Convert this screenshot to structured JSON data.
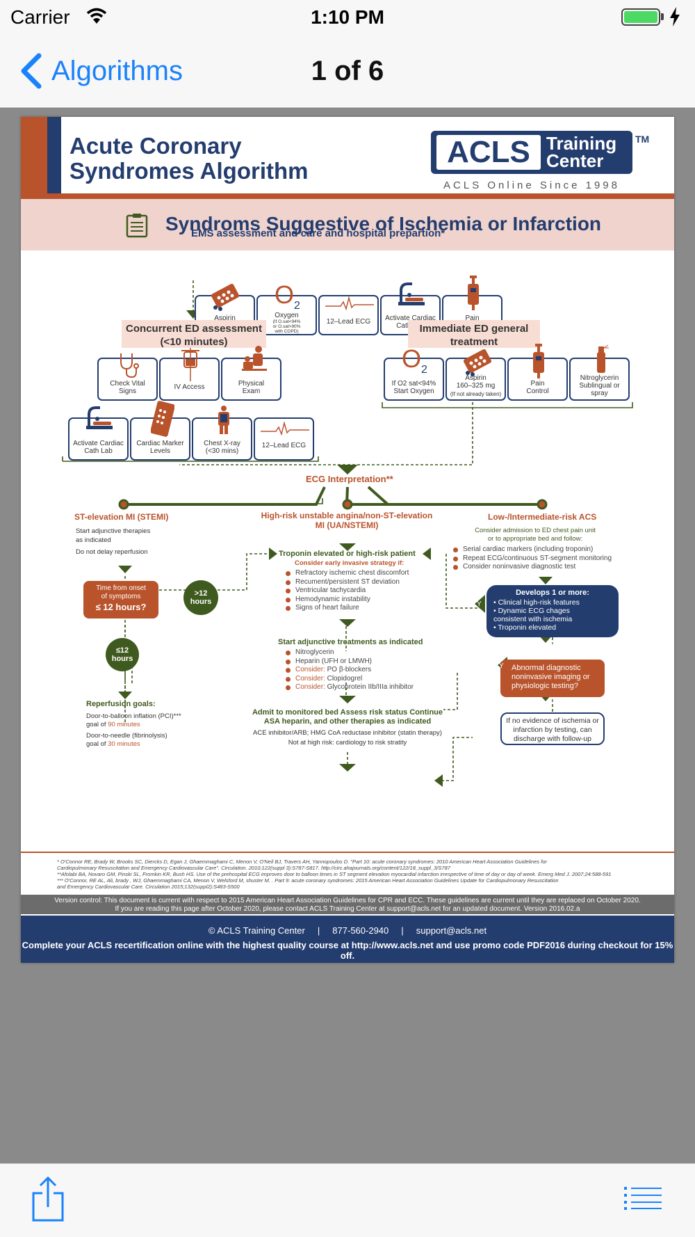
{
  "status": {
    "carrier": "Carrier",
    "time": "1:10 PM",
    "battery_level": 1.0
  },
  "nav": {
    "back_label": "Algorithms",
    "title": "1 of 6"
  },
  "doc": {
    "title_line1": "Acute Coronary",
    "title_line2": "Syndromes Algorithm",
    "logo_acls": "ACLS",
    "logo_training": "Training",
    "logo_center": "Center",
    "logo_tm": "TM",
    "tagline": "ACLS Online Since 1998",
    "banner": "Syndroms Suggestive of Ischemia or Infarction",
    "ems_heading": "EMS assessment and care and hospital prepartion*",
    "ems_boxes": [
      {
        "label": "Aspirin\n160–325 mg",
        "icon": "pill-pack-icon"
      },
      {
        "label": "Oxygen",
        "sub": "(If O.sat<94%\nor O.sat>90%\nwith COPD)",
        "icon": "oxygen-icon"
      },
      {
        "label": "12–Lead ECG",
        "icon": "ecg-icon"
      },
      {
        "label": "Activate Cardiac\nCath Lab",
        "icon": "cath-lab-icon"
      },
      {
        "label": "Pain\nControl",
        "icon": "syringe-icon"
      }
    ],
    "concurrent_heading": "Concurrent ED assessment\n(<10 minutes)",
    "concurrent_row1": [
      {
        "label": "Check Vital\nSigns",
        "icon": "stethoscope-icon"
      },
      {
        "label": "IV Access",
        "icon": "iv-bag-icon"
      },
      {
        "label": "Physical\nExam",
        "icon": "physical-exam-icon"
      }
    ],
    "concurrent_row2": [
      {
        "label": "Activate Cardiac\nCath Lab",
        "icon": "cath-lab-icon"
      },
      {
        "label": "Cardiac Marker\nLevels",
        "icon": "lab-test-icon"
      },
      {
        "label": "Chest X-ray\n(<30 mins)",
        "icon": "xray-icon"
      },
      {
        "label": "12–Lead ECG",
        "icon": "ecg-icon"
      }
    ],
    "immediate_heading": "Immediate ED general\ntreatment",
    "immediate_boxes": [
      {
        "label": "If O2 sat<94%\nStart Oxygen",
        "icon": "oxygen-icon"
      },
      {
        "label": "Aspirin\n160–325 mg",
        "sub": "(If not already taken)",
        "icon": "pill-pack-icon"
      },
      {
        "label": "Pain\nControl",
        "icon": "syringe-icon"
      },
      {
        "label": "Nitroglycerin\nSublingual or\nspray",
        "icon": "spray-icon"
      }
    ],
    "ecg_interpretation": "ECG Interpretation**",
    "stemi": {
      "heading": "ST-elevation MI (STEMI)",
      "text1": "Start adjunctive therapies",
      "text2": "as indicated",
      "text3": "Do not delay reperfusion",
      "time_box": "Time from onset\nof symptoms",
      "time_box_big": "≤ 12 hours?",
      "gt12": ">12\nhours",
      "le12": "≤12\nhours",
      "goals_heading": "Reperfusion goals:",
      "goal1": "Door-to-balloon inflation (PCI)***",
      "goal1b_prefix": "goal of ",
      "goal1b_value": "90 minutes",
      "goal2": "Door-to-needle (fibrinolysis)",
      "goal2b_prefix": "goal of ",
      "goal2b_value": "30 minutes"
    },
    "nstemi": {
      "heading": "High-risk unstable angina/non-ST-elevation\nMI (UA/NSTEMI)",
      "troponin": "Troponin elevated or high-risk patient",
      "consider_invasive": "Consider early invasive strategy if:",
      "criteria": [
        "Refractory ischemic chest discomfort",
        "Recument/persistent ST deviation",
        "Ventricular tachycardia",
        "Hemodynamic instability",
        "Signs of heart failure"
      ],
      "adjunctive": "Start adjunctive treatments as indicated",
      "treatments": [
        {
          "prefix": "",
          "text": "Nitroglycerin"
        },
        {
          "prefix": "",
          "text": "Heparin (UFH or LMWH)"
        },
        {
          "prefix": "Consider:",
          "text": "PO β-blockers"
        },
        {
          "prefix": "Consider:",
          "text": "Clopidogrel"
        },
        {
          "prefix": "Consider:",
          "text": "Glycoprotein IIb/IIIa inhibitor"
        }
      ],
      "admit": "Admit to monitored bed Assess risk status Continue\nASA heparin, and other therapies as indicated",
      "ace": "ACE inhibitor/ARB; HMG CoA reductase inhibitor (statin therapy)",
      "not_high": "Not at high risk: cardiology to risk stratity"
    },
    "low_risk": {
      "heading": "Low-/Intermediate-risk ACS",
      "consider": "Consider admission to ED chest pain unit\nor to appropriate bed and follow:",
      "items": [
        "Serial cardiac markers (including troponin)",
        "Repeat ECG/continuous ST-segment monitoring",
        "Consider noninvasive diagnostic test"
      ],
      "develops_heading": "Develops 1 or more:",
      "develops_items": [
        "Clinical high-risk features",
        "Dynamic ECG chages\nconsistent with ischemia",
        "Troponin elevated"
      ],
      "yes": "Y",
      "no": "N",
      "abnormal": "Abnormal diagnostic\nnoninvasive imaging or\nphysiologic testing?",
      "no_evidence": "If no evidence of ischemia or\ninfarction by testing, can\ndischarge with follow-up"
    },
    "references": "* O'Connor RE, Brady W, Brooks SC, Diercks D, Egan J, Ghaemmaghami C, Menon V, O'Neil BJ, Travers AH, Yannopoulos D.  \"Part 10: acute coronary syndromes: 2010 American Heart Association Guidelines for\n  Cardiopulmonary Resuscitation and Emergency Cardiovascular Care\". Circulation. 2010;122(suppl 3):S787-S817. http://circ.ahajournals.org/content/122/18_suppl_3/S787\n**Afolabi BA, Novaro GM, Pinski SL, Fromkin KR, Bush HS. Use of the prehospital ECG improves door to balloon times in ST segment elevation myocardial infarction irrespective of time of day or day of week. Emerg Med J. 2007;24:588-591\n*** O'Connor, RE AL, Ali, brady , WJ, Ghaemmaghami CA, Menon V, Welsford M, shuster M. . Part 9:  acute coronary syndromes:  2015 American Heart Association Guidelines Update for Cardiopulmonary Resuscitation\n  and Emergency Cardiovascular Care. Circulation 2015;132(suppl2):S483-S500",
    "version": "Version control: This document is current with respect to 2015 American Heart Association Guidelines for CPR and ECC. These guidelines are current until they are replaced on October 2020.\nIf you are reading this page after October 2020, please contact ACLS Training Center at support@acls.net for an updated document. Version 2016.02.a",
    "footer_line1": "© ACLS Training Center     |     877-560-2940     |     support@acls.net",
    "footer_line2": "Complete your ACLS recertification online with the highest quality course at http://www.acls.net and use promo code PDF2016 during checkout for 15% off."
  },
  "toolbar": {
    "share_icon": "share-icon",
    "list_icon": "list-icon"
  },
  "colors": {
    "navy": "#243d6f",
    "rust": "#b9532b",
    "green": "#3f5a1e",
    "pink": "#efd3cc",
    "ios_blue": "#1a82fb"
  }
}
